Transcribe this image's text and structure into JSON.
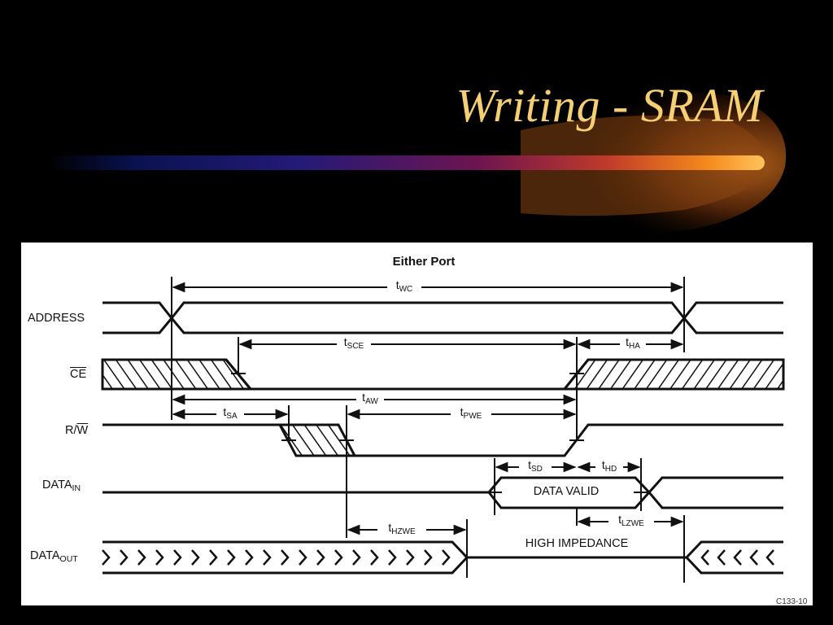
{
  "slide": {
    "title": "Writing - SRAM",
    "colors": {
      "title": "#f6cf72",
      "background": "#000000",
      "panel": "#ffffff"
    }
  },
  "diagram": {
    "heading": "Either Port",
    "signals": {
      "address": "ADDRESS",
      "ce": "CE",
      "rw_r": "R/",
      "rw_w": "W",
      "datain_base": "DATA",
      "datain_sub": "IN",
      "dataout_base": "DATA",
      "dataout_sub": "OUT"
    },
    "timings": [
      {
        "id": "twc",
        "base": "t",
        "sub": "WC"
      },
      {
        "id": "tsce",
        "base": "t",
        "sub": "SCE"
      },
      {
        "id": "tha",
        "base": "t",
        "sub": "HA"
      },
      {
        "id": "taw",
        "base": "t",
        "sub": "AW"
      },
      {
        "id": "tsa",
        "base": "t",
        "sub": "SA"
      },
      {
        "id": "tpwe",
        "base": "t",
        "sub": "PWE"
      },
      {
        "id": "tsd",
        "base": "t",
        "sub": "SD"
      },
      {
        "id": "thd",
        "base": "t",
        "sub": "HD"
      },
      {
        "id": "thzwe",
        "base": "t",
        "sub": "HZWE"
      },
      {
        "id": "tlzwe",
        "base": "t",
        "sub": "LZWE"
      }
    ],
    "notes": {
      "data_valid": "DATA VALID",
      "high_impedance": "HIGH IMPEDANCE"
    },
    "figure_id": "C133-10"
  }
}
